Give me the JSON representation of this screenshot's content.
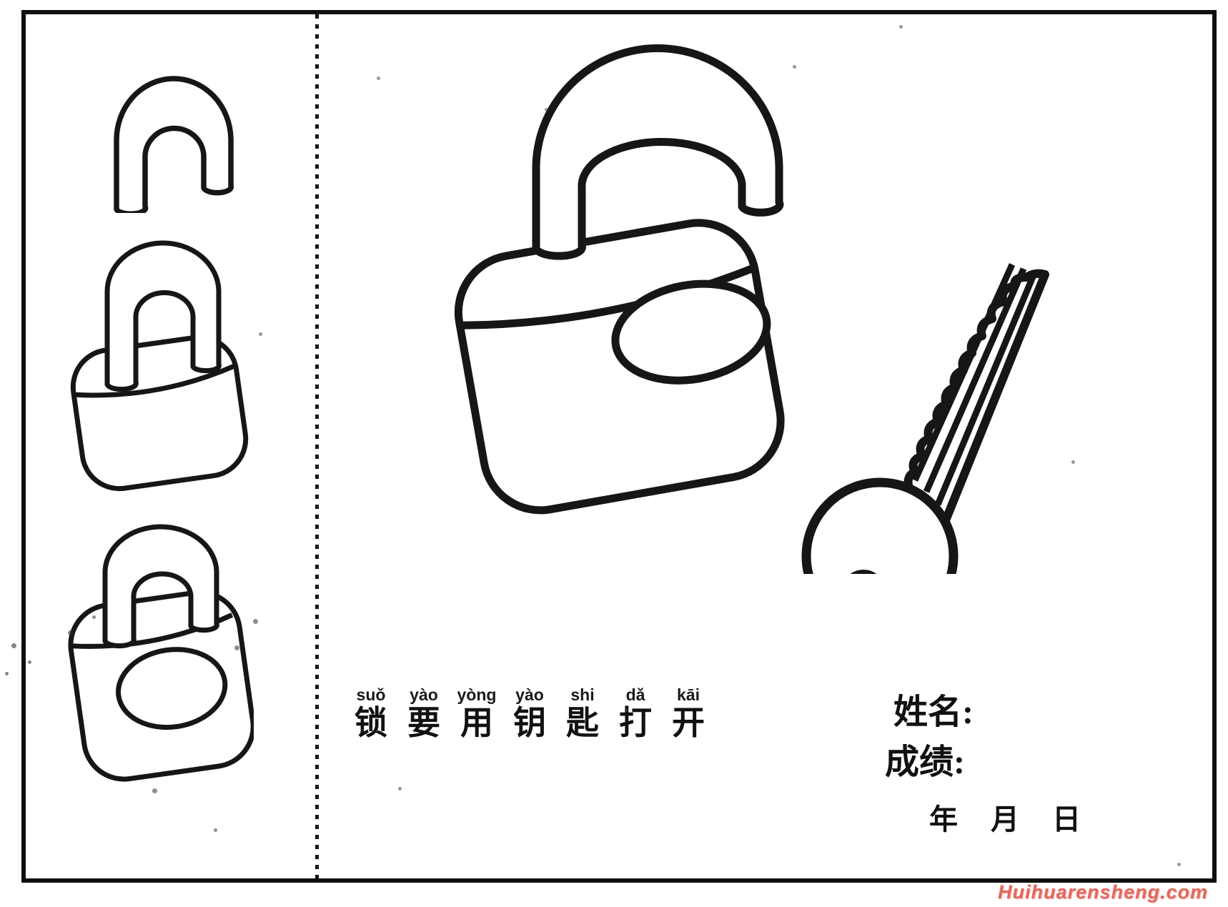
{
  "caption": {
    "words": [
      {
        "pinyin": "suǒ",
        "hanzi": "锁"
      },
      {
        "pinyin": "yào",
        "hanzi": "要"
      },
      {
        "pinyin": "yòng",
        "hanzi": "用"
      },
      {
        "pinyin": "yào",
        "hanzi": "钥"
      },
      {
        "pinyin": "shi",
        "hanzi": "匙"
      },
      {
        "pinyin": "dǎ",
        "hanzi": "打"
      },
      {
        "pinyin": "kāi",
        "hanzi": "开"
      }
    ]
  },
  "fields": {
    "name_label": "姓名:",
    "score_label": "成绩:",
    "date_label": "年 月 日"
  },
  "watermark": {
    "text": "Huihuarensheng.com",
    "color": "#e4685f"
  },
  "drawings": {
    "step1": "padlock-shackle-outline",
    "step2": "padlock-body-and-shackle-outline",
    "step3": "padlock-complete-outline",
    "main": "large-padlock-outline",
    "key": "key-outline"
  },
  "colors": {
    "ink": "#161616",
    "paper": "#ffffff"
  }
}
